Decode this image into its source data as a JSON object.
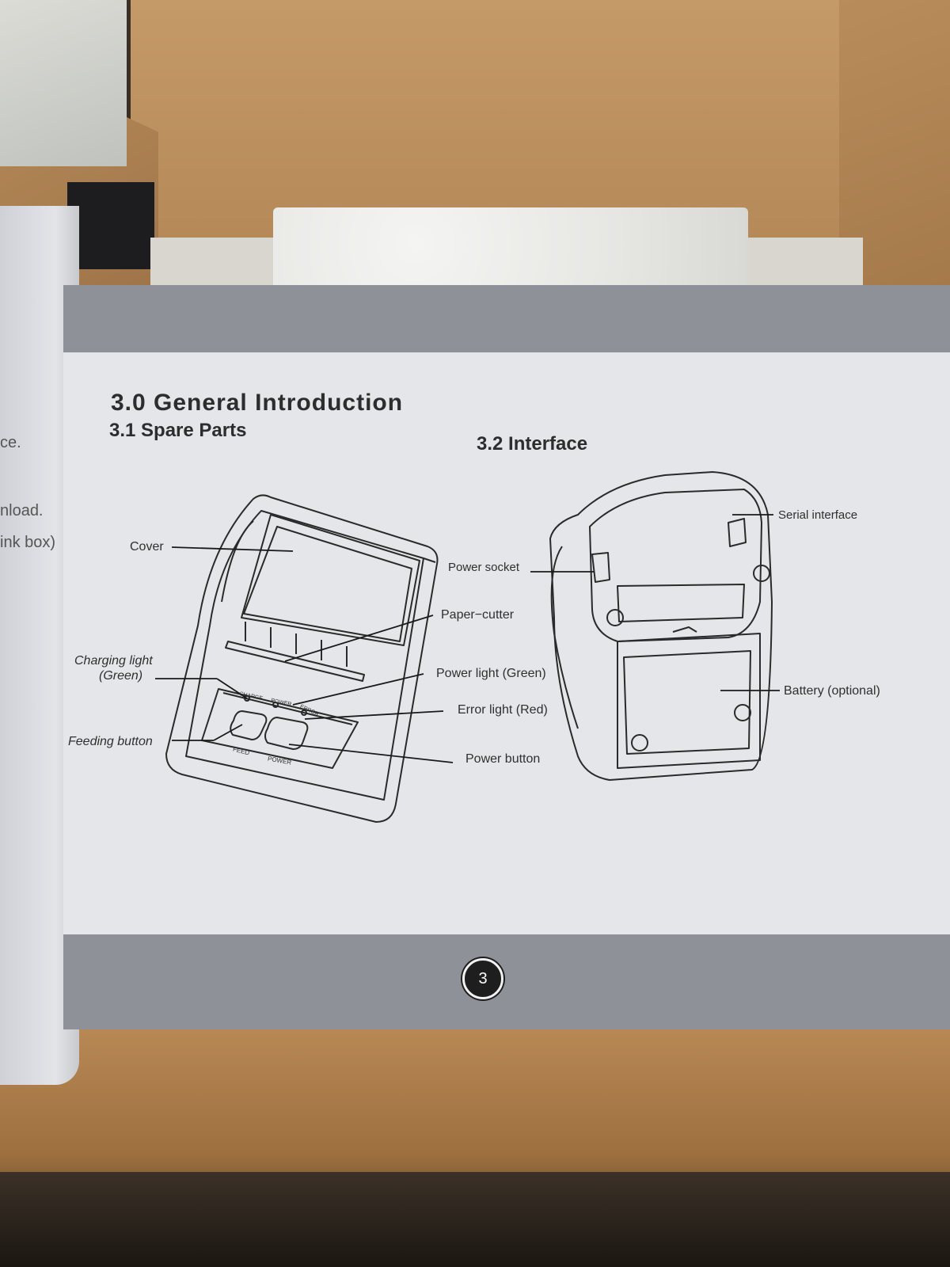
{
  "left_page": {
    "line1": "ce.",
    "line2": "nload.",
    "line3": "ink box)"
  },
  "heading": {
    "title": "3.0 General Introduction",
    "section1": "3.1 Spare Parts",
    "section2": "3.2 Interface"
  },
  "spare_parts_labels": {
    "cover": "Cover",
    "paper_cutter": "Paper−cutter",
    "charging_light_1": "Charging light",
    "charging_light_2": "(Green)",
    "power_light": "Power light (Green)",
    "error_light": "Error light (Red)",
    "feeding_button": "Feeding button",
    "power_button": "Power button",
    "panel_charge": "CHARGE",
    "panel_power": "POWER",
    "panel_error": "ERROR",
    "btn_feed": "FEED",
    "btn_power": "POWER"
  },
  "interface_labels": {
    "serial_interface": "Serial interface",
    "power_socket": "Power socket",
    "battery": "Battery (optional)"
  },
  "page_number": "3"
}
